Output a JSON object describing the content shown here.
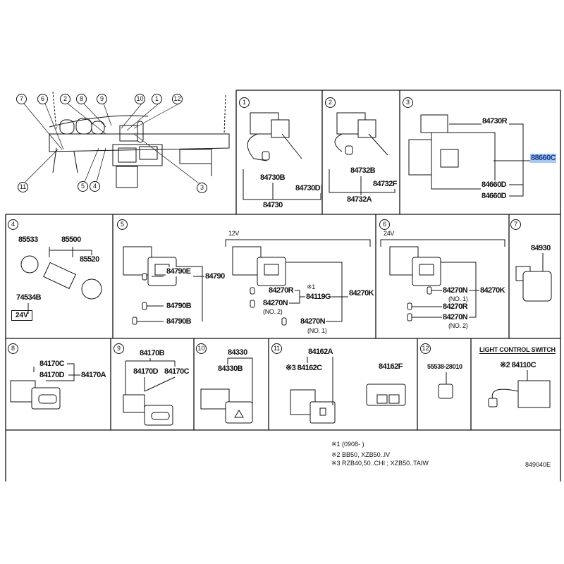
{
  "overview": {
    "callouts": [
      "7",
      "6",
      "2",
      "8",
      "9",
      "10",
      "1",
      "12",
      "11",
      "5",
      "4",
      "3"
    ]
  },
  "panels": {
    "p1": {
      "number": "1",
      "parts": [
        "84730B",
        "84730D",
        "84730"
      ]
    },
    "p2": {
      "number": "2",
      "parts": [
        "84732B",
        "84732F",
        "84732A"
      ]
    },
    "p3": {
      "number": "3",
      "parts": [
        "84730R",
        "88660C",
        "84660D",
        "84660D"
      ]
    },
    "p4": {
      "number": "4",
      "parts": [
        "85533",
        "85500",
        "85520",
        "74534B"
      ],
      "voltage": "24V"
    },
    "p5": {
      "number": "5",
      "parts": [
        "84790E",
        "84790",
        "84790B",
        "84790B",
        "84270R",
        "84119G",
        "84270N",
        "84270K",
        "84270N"
      ],
      "voltage": "12V",
      "mark": "※1",
      "no2": "(NO. 2)",
      "no1": "(NO. 1)"
    },
    "p6": {
      "number": "6",
      "parts": [
        "84270N",
        "84270K",
        "84270R",
        "84270N"
      ],
      "voltage": "24V",
      "no1": "(NO. 1)",
      "no2": "(NO. 2)"
    },
    "p7": {
      "number": "7",
      "parts": [
        "84930"
      ]
    },
    "p8": {
      "number": "8",
      "parts": [
        "84170C",
        "84170D",
        "84170A"
      ]
    },
    "p9": {
      "number": "9",
      "parts": [
        "84170B",
        "84170D",
        "84170C"
      ]
    },
    "p10": {
      "number": "10",
      "parts": [
        "84330",
        "84330B"
      ]
    },
    "p11": {
      "number": "11",
      "parts": [
        "84162A",
        "※3 84162C",
        "84162F"
      ]
    },
    "p12": {
      "number": "12",
      "parts": [
        "55538-28010"
      ]
    },
    "light": {
      "title": "LIGHT CONTROL SWITCH",
      "parts": [
        "※2 84110C"
      ]
    }
  },
  "footnotes": [
    "※1 (0908-        )",
    "※2 BB50, XZB50..IV",
    "※3 RZB40,50..CHI ; XZB50..TAIW"
  ],
  "diagram_code": "849040E",
  "colors": {
    "highlight": "#a9c9f5",
    "line": "#111111"
  }
}
